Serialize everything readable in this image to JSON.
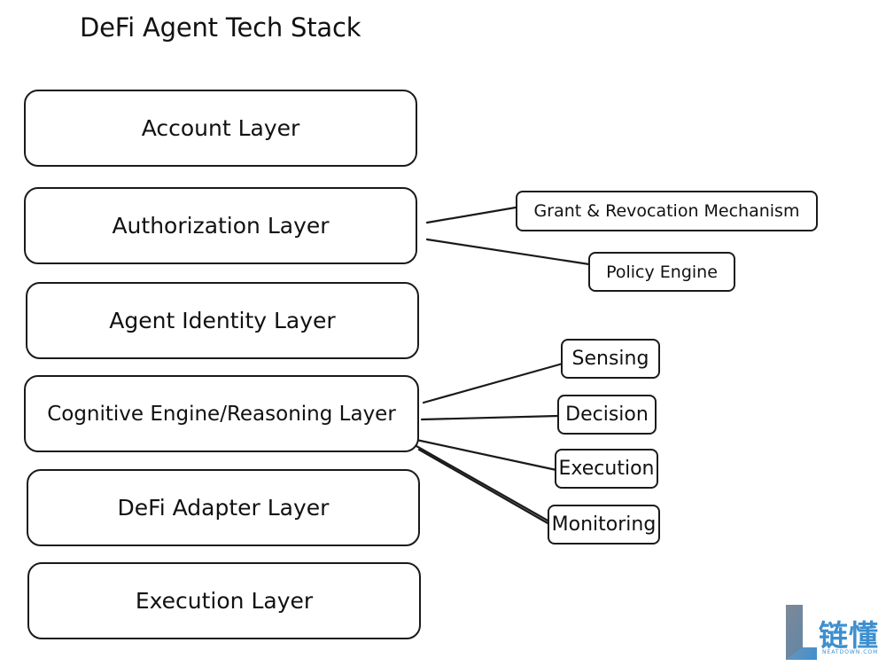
{
  "title": "DeFi Agent Tech Stack",
  "layers": [
    {
      "label": "Account Layer"
    },
    {
      "label": "Authorization Layer"
    },
    {
      "label": "Agent Identity Layer"
    },
    {
      "label": "Cognitive Engine/Reasoning Layer"
    },
    {
      "label": "DeFi Adapter Layer"
    },
    {
      "label": "Execution Layer"
    }
  ],
  "authorization_children": [
    {
      "label": "Grant & Revocation Mechanism"
    },
    {
      "label": "Policy Engine"
    }
  ],
  "cognitive_children": [
    {
      "label": "Sensing"
    },
    {
      "label": "Decision"
    },
    {
      "label": "Execution"
    },
    {
      "label": "Monitoring"
    }
  ],
  "watermark": {
    "chinese": "链懂",
    "english": "NEATDOWN.COM",
    "color": "#3d8fcf"
  }
}
